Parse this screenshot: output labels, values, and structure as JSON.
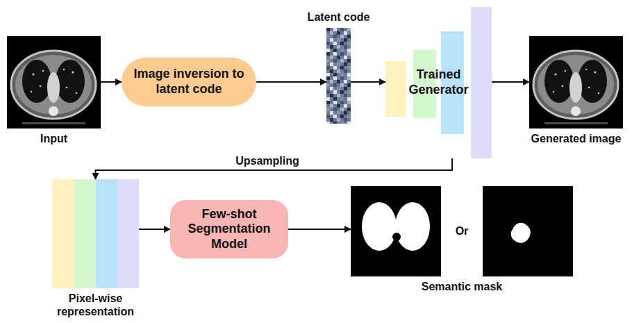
{
  "diagram": {
    "nodes": [
      {
        "text": [
          "Input"
        ]
      },
      {
        "text": [
          "Image inversion to latent code"
        ]
      },
      {
        "text": [
          "Latent code"
        ]
      },
      {
        "text": [
          "Trained Generator"
        ]
      },
      {
        "text": [
          "Generated image"
        ]
      },
      {
        "text": [
          "Pixel-wise representation"
        ]
      },
      {
        "text": [
          "Few-shot Segmentation Model"
        ]
      },
      {
        "text": [
          "Semantic mask"
        ]
      }
    ],
    "edges": [
      {
        "from": 0,
        "to": 1,
        "arrow": "to"
      },
      {
        "from": 1,
        "to": 2,
        "arrow": "to"
      },
      {
        "from": 2,
        "to": 3,
        "arrow": "to"
      },
      {
        "from": 3,
        "to": 4,
        "arrow": "to"
      },
      {
        "from": 3,
        "to": 5,
        "label": "Upsampling",
        "arrow": "to"
      },
      {
        "from": 5,
        "to": 6,
        "arrow": "to"
      },
      {
        "from": 6,
        "to": 7,
        "arrow": "to"
      }
    ],
    "labels": [
      "Or"
    ]
  }
}
